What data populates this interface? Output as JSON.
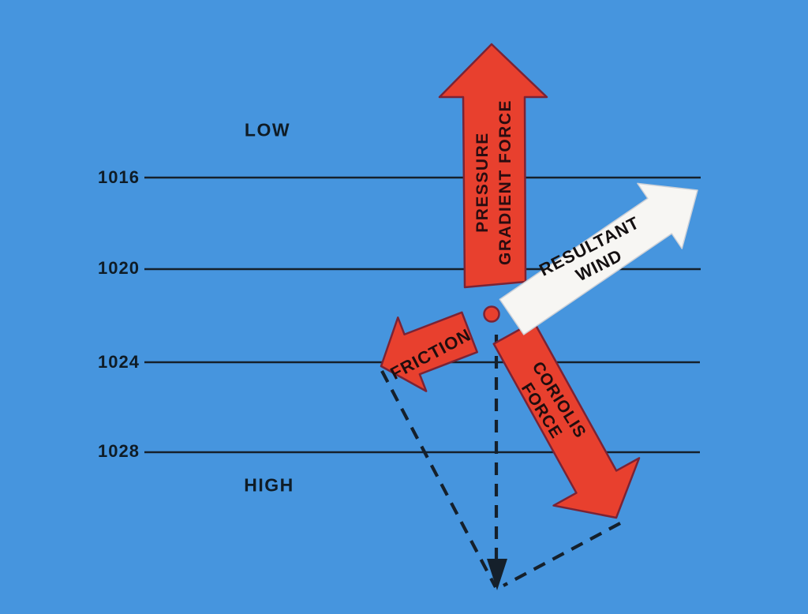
{
  "region_labels": {
    "low": "LOW",
    "high": "HIGH"
  },
  "isobars": [
    {
      "label": "1016"
    },
    {
      "label": "1020"
    },
    {
      "label": "1024"
    },
    {
      "label": "1028"
    }
  ],
  "arrows": {
    "pressure_gradient": {
      "line1": "PRESSURE",
      "line2": "GRADIENT FORCE",
      "color": "#e8402e"
    },
    "resultant_wind": {
      "line1": "RESULTANT",
      "line2": "WIND",
      "color": "#f7f6f3"
    },
    "friction": {
      "label": "FRICTION",
      "color": "#e8402e"
    },
    "coriolis": {
      "line1": "CORIOLIS",
      "line2": "FORCE",
      "color": "#e8402e"
    }
  },
  "colors": {
    "background": "#4695de",
    "isobar_line": "#15202b",
    "arrow_red": "#e8402e",
    "arrow_red_outline": "#7b2335",
    "arrow_white": "#f7f6f3",
    "label_text": "#0f1c26"
  }
}
